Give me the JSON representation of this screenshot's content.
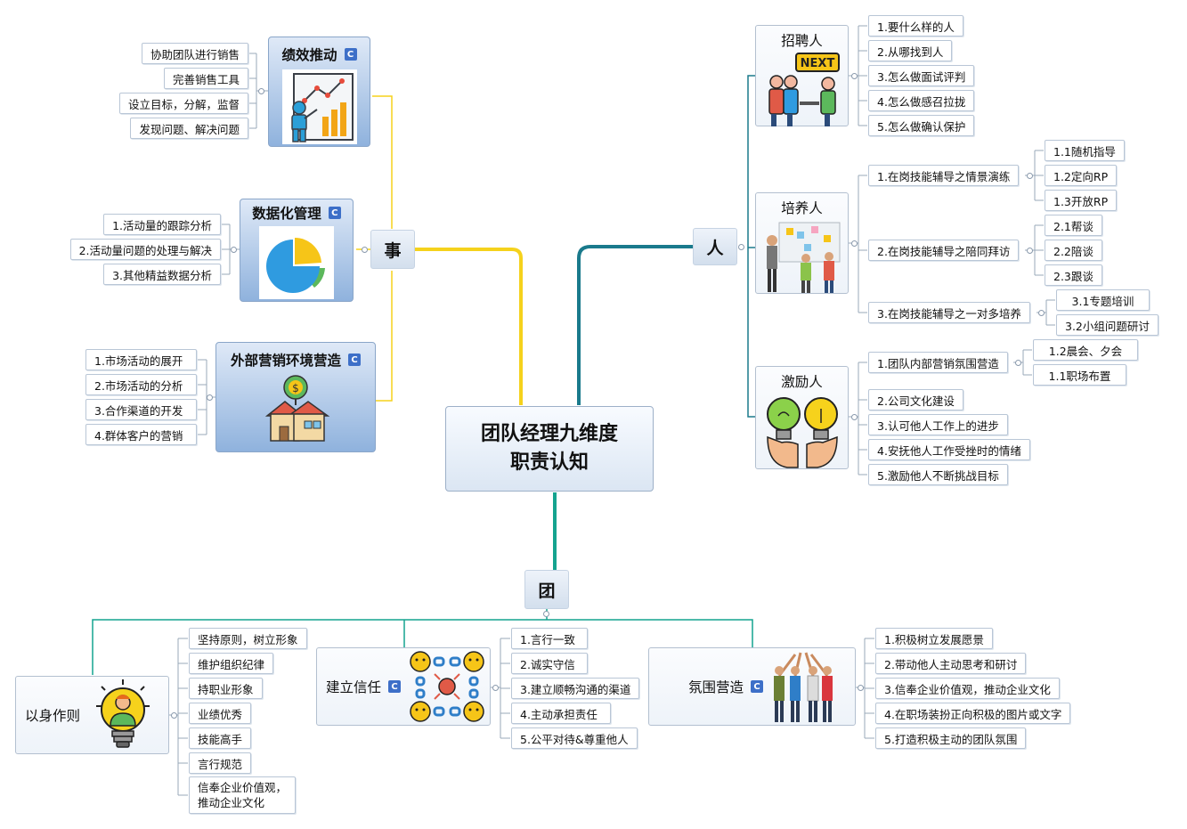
{
  "central": {
    "line1": "团队经理九维度",
    "line2": "职责认知"
  },
  "categories": {
    "shi": "事",
    "ren": "人",
    "tuan": "团"
  },
  "shi": {
    "perf": {
      "title": "绩效推动",
      "items": [
        "协助团队进行销售",
        "完善销售工具",
        "设立目标，分解，监督",
        "发现问题、解决问题"
      ]
    },
    "data": {
      "title": "数据化管理",
      "items": [
        "1.活动量的跟踪分析",
        "2.活动量问题的处理与解决",
        "3.其他精益数据分析"
      ]
    },
    "market": {
      "title": "外部营销环境营造",
      "items": [
        "1.市场活动的展开",
        "2.市场活动的分析",
        "3.合作渠道的开发",
        "4.群体客户的营销"
      ]
    }
  },
  "ren": {
    "recruit": {
      "title": "招聘人",
      "badge": "NEXT",
      "items": [
        "1.要什么样的人",
        "2.从哪找到人",
        "3.怎么做面试评判",
        "4.怎么做感召拉拢",
        "5.怎么做确认保护"
      ]
    },
    "train": {
      "title": "培养人",
      "items": [
        {
          "label": "1.在岗技能辅导之情景演练",
          "subs": [
            "1.1随机指导",
            "1.2定向RP",
            "1.3开放RP"
          ]
        },
        {
          "label": "2.在岗技能辅导之陪同拜访",
          "subs": [
            "2.1帮谈",
            "2.2陪谈",
            "2.3跟谈"
          ]
        },
        {
          "label": "3.在岗技能辅导之一对多培养",
          "subs": [
            "3.1专题培训",
            "3.2小组问题研讨"
          ]
        }
      ]
    },
    "motivate": {
      "title": "激励人",
      "items": [
        {
          "label": "1.团队内部营销氛围营造",
          "subs": [
            "1.2晨会、夕会",
            "1.1职场布置"
          ]
        },
        {
          "label": "2.公司文化建设",
          "subs": []
        },
        {
          "label": "3.认可他人工作上的进步",
          "subs": []
        },
        {
          "label": "4.安抚他人工作受挫时的情绪",
          "subs": []
        },
        {
          "label": "5.激励他人不断挑战目标",
          "subs": []
        }
      ]
    }
  },
  "tuan": {
    "example": {
      "title": "以身作则",
      "items": [
        "坚持原则，树立形象",
        "维护组织纪律",
        "持职业形象",
        "业绩优秀",
        "技能高手",
        "言行规范"
      ],
      "last1": "信奉企业价值观，",
      "last2": "推动企业文化"
    },
    "trust": {
      "title": "建立信任",
      "items": [
        "1.言行一致",
        "2.诚实守信",
        "3.建立顺畅沟通的渠道",
        "4.主动承担责任",
        "5.公平对待&尊重他人"
      ]
    },
    "atmos": {
      "title": "氛围营造",
      "items": [
        "1.积极树立发展愿景",
        "2.带动他人主动思考和研讨",
        "3.信奉企业价值观，推动企业文化",
        "4.在职场装扮正向积极的图片或文字",
        "5.打造积极主动的团队氛围"
      ]
    }
  },
  "colors": {
    "shi": "#f5d21c",
    "ren": "#1a7a8c",
    "tuan": "#14a38f",
    "c_icon": "#3d6fc8"
  }
}
